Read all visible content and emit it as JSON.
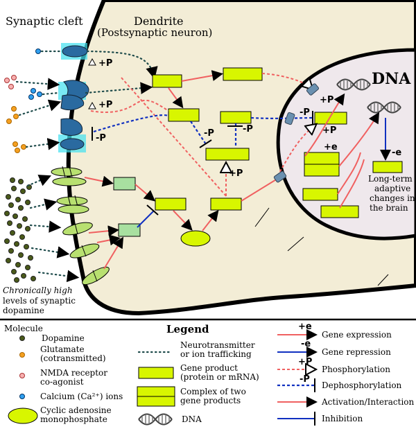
{
  "labels": {
    "synaptic_cleft": "Synaptic cleft",
    "dendrite": "Dendrite",
    "postsynaptic": "(Postsynaptic neuron)",
    "dna": "DNA",
    "chronic_1": "Chronically high",
    "chronic_2": "levels of synaptic",
    "chronic_3": "dopamine",
    "long_term_1": "Long-term",
    "long_term_2": "adaptive",
    "long_term_3": "changes in",
    "long_term_4": "the brain"
  },
  "marks": {
    "plus_p": "+P",
    "minus_p": "-P",
    "plus_e": "+e",
    "minus_e": "-e"
  },
  "legend": {
    "title": "Legend",
    "molecule_header": "Molecule",
    "molecules": [
      {
        "label": "Dopamine",
        "color": "#4a5a1a"
      },
      {
        "label_1": "Glutamate",
        "label_2": "(cotransmitted)",
        "color": "#f5a020"
      },
      {
        "label_1": "NMDA receptor",
        "label_2": "co-agonist",
        "color": "#f09090"
      },
      {
        "label": "Calcium (Ca²⁺) ions",
        "color": "#30a0f0"
      },
      {
        "label_1": "Cyclic adenosine",
        "label_2": "monophosphate",
        "color": "#d8f600"
      }
    ],
    "middle": [
      {
        "label_1": "Neurotransmitter",
        "label_2": "or ion trafficking"
      },
      {
        "label_1": "Gene product",
        "label_2": "(protein or mRNA)"
      },
      {
        "label_1": "Complex of two",
        "label_2": "gene products"
      },
      {
        "label": "DNA"
      }
    ],
    "right": [
      {
        "mark": "+e",
        "label": "Gene expression"
      },
      {
        "mark": "-e",
        "label": "Gene repression"
      },
      {
        "mark": "+P",
        "label": "Phosphorylation"
      },
      {
        "mark": "-P",
        "label": "Dephosphorylation"
      },
      {
        "label": "Activation/Interaction"
      },
      {
        "label": "Inhibition"
      }
    ]
  },
  "colors": {
    "cytoplasm": "#f3edd6",
    "nucleus": "#efe8ec",
    "gene_product": "#d8f600",
    "receptor_blue": "#2a6aa0",
    "activation": "#f06060",
    "inhibition": "#1030c0",
    "trafficking": "#1e4b4b"
  }
}
